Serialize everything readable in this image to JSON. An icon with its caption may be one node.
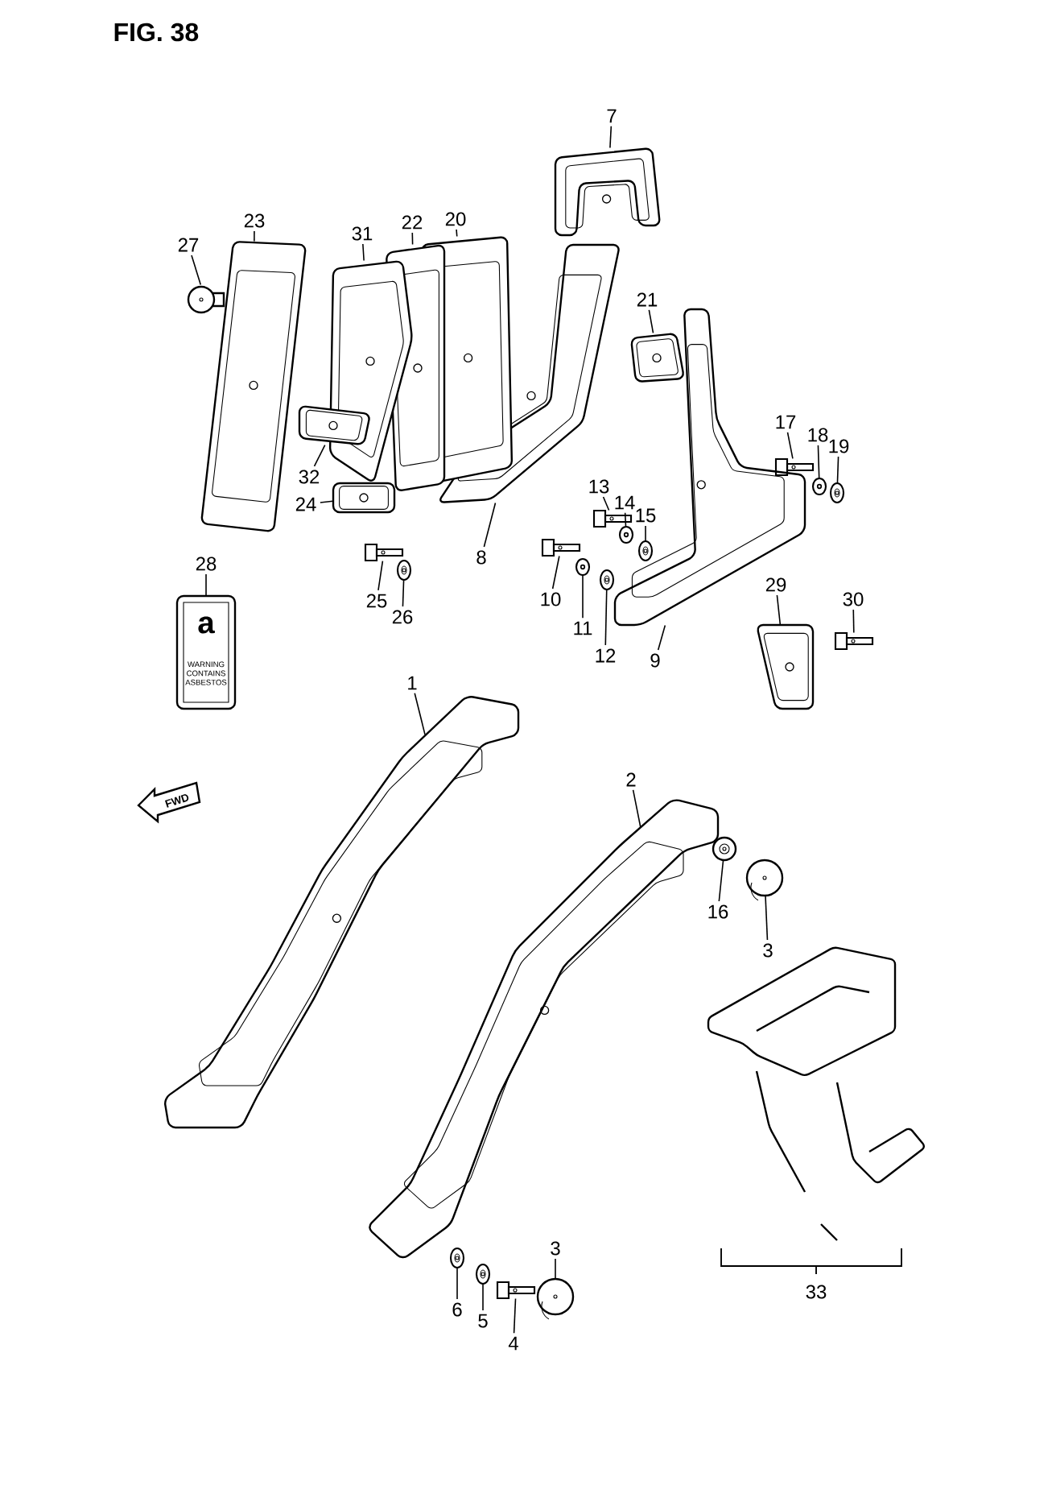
{
  "diagram": {
    "title": "FIG. 38",
    "nodes": [
      {
        "text": [
          "7"
        ]
      },
      {
        "text": [],
        "shape": "picture"
      },
      {
        "text": [
          "27"
        ]
      },
      {
        "text": [],
        "shape": "picture"
      },
      {
        "text": [
          "23"
        ]
      },
      {
        "text": [],
        "shape": "picture"
      },
      {
        "text": [
          "31"
        ]
      },
      {
        "text": [],
        "shape": "picture"
      },
      {
        "text": [
          "22"
        ]
      },
      {
        "text": [],
        "shape": "picture"
      },
      {
        "text": [
          "20"
        ]
      },
      {
        "text": [],
        "shape": "picture"
      },
      {
        "text": [
          "21"
        ]
      },
      {
        "text": [],
        "shape": "picture"
      },
      {
        "text": [
          "32"
        ]
      },
      {
        "text": [],
        "shape": "picture"
      },
      {
        "text": [
          "17"
        ]
      },
      {
        "text": [],
        "shape": "picture"
      },
      {
        "text": [
          "18"
        ]
      },
      {
        "text": [],
        "shape": "picture"
      },
      {
        "text": [
          "19"
        ]
      },
      {
        "text": [],
        "shape": "picture"
      },
      {
        "text": [
          "24"
        ]
      },
      {
        "text": [],
        "shape": "picture"
      },
      {
        "text": [
          "8"
        ]
      },
      {
        "text": [],
        "shape": "picture"
      },
      {
        "text": [
          "13"
        ]
      },
      {
        "text": [],
        "shape": "picture"
      },
      {
        "text": [
          "14"
        ]
      },
      {
        "text": [],
        "shape": "picture"
      },
      {
        "text": [
          "15"
        ]
      },
      {
        "text": [],
        "shape": "picture"
      },
      {
        "text": [
          "28"
        ]
      },
      {
        "text": [],
        "shape": "picture"
      },
      {
        "text": [
          "25"
        ]
      },
      {
        "text": [],
        "shape": "picture"
      },
      {
        "text": [
          "26"
        ]
      },
      {
        "text": [],
        "shape": "picture"
      },
      {
        "text": [
          "10"
        ]
      },
      {
        "text": [],
        "shape": "picture"
      },
      {
        "text": [
          "11"
        ]
      },
      {
        "text": [],
        "shape": "picture"
      },
      {
        "text": [
          "12"
        ]
      },
      {
        "text": [],
        "shape": "picture"
      },
      {
        "text": [
          "29"
        ]
      },
      {
        "text": [],
        "shape": "picture"
      },
      {
        "text": [
          "30"
        ]
      },
      {
        "text": [],
        "shape": "picture"
      },
      {
        "text": [
          "9"
        ]
      },
      {
        "text": [],
        "shape": "picture"
      },
      {
        "text": [
          "1"
        ]
      },
      {
        "text": [],
        "shape": "picture"
      },
      {
        "text": [
          "2"
        ]
      },
      {
        "text": [],
        "shape": "picture"
      },
      {
        "text": [
          "16"
        ]
      },
      {
        "text": [],
        "shape": "picture"
      },
      {
        "text": [
          "3"
        ]
      },
      {
        "text": [],
        "shape": "picture"
      },
      {
        "text": [
          "3"
        ]
      },
      {
        "text": [],
        "shape": "picture"
      },
      {
        "text": [
          "6"
        ]
      },
      {
        "text": [],
        "shape": "picture"
      },
      {
        "text": [
          "5"
        ]
      },
      {
        "text": [],
        "shape": "picture"
      },
      {
        "text": [
          "4"
        ]
      },
      {
        "text": [],
        "shape": "picture"
      }
    ],
    "edges": [
      {
        "from": 0,
        "to": 1,
        "arrow": "none"
      },
      {
        "from": 2,
        "to": 3,
        "arrow": "none"
      },
      {
        "from": 4,
        "to": 5,
        "arrow": "none"
      },
      {
        "from": 6,
        "to": 7,
        "arrow": "none"
      },
      {
        "from": 8,
        "to": 9,
        "arrow": "none"
      },
      {
        "from": 10,
        "to": 11,
        "arrow": "none"
      },
      {
        "from": 12,
        "to": 13,
        "arrow": "none"
      },
      {
        "from": 14,
        "to": 15,
        "arrow": "none"
      },
      {
        "from": 16,
        "to": 17,
        "arrow": "none"
      },
      {
        "from": 18,
        "to": 19,
        "arrow": "none"
      },
      {
        "from": 20,
        "to": 21,
        "arrow": "none"
      },
      {
        "from": 22,
        "to": 23,
        "arrow": "none"
      },
      {
        "from": 24,
        "to": 25,
        "arrow": "none"
      },
      {
        "from": 26,
        "to": 27,
        "arrow": "none"
      },
      {
        "from": 28,
        "to": 29,
        "arrow": "none"
      },
      {
        "from": 30,
        "to": 31,
        "arrow": "none"
      },
      {
        "from": 32,
        "to": 33,
        "arrow": "none"
      },
      {
        "from": 34,
        "to": 35,
        "arrow": "none"
      },
      {
        "from": 36,
        "to": 37,
        "arrow": "none"
      },
      {
        "from": 38,
        "to": 39,
        "arrow": "none"
      },
      {
        "from": 40,
        "to": 41,
        "arrow": "none"
      },
      {
        "from": 42,
        "to": 43,
        "arrow": "none"
      },
      {
        "from": 44,
        "to": 45,
        "arrow": "none"
      },
      {
        "from": 46,
        "to": 47,
        "arrow": "none"
      },
      {
        "from": 48,
        "to": 49,
        "arrow": "none"
      },
      {
        "from": 50,
        "to": 51,
        "arrow": "none"
      },
      {
        "from": 52,
        "to": 53,
        "arrow": "none"
      },
      {
        "from": 54,
        "to": 55,
        "arrow": "none"
      },
      {
        "from": 56,
        "to": 57,
        "arrow": "none"
      },
      {
        "from": 58,
        "to": 59,
        "arrow": "none"
      },
      {
        "from": 60,
        "to": 61,
        "arrow": "none"
      },
      {
        "from": 62,
        "to": 63,
        "arrow": "none"
      },
      {
        "from": 64,
        "to": 65,
        "arrow": "none"
      }
    ],
    "labels": [
      "a",
      "WARNING CONTAINS ASBESTOS",
      "FWD",
      "33"
    ]
  }
}
